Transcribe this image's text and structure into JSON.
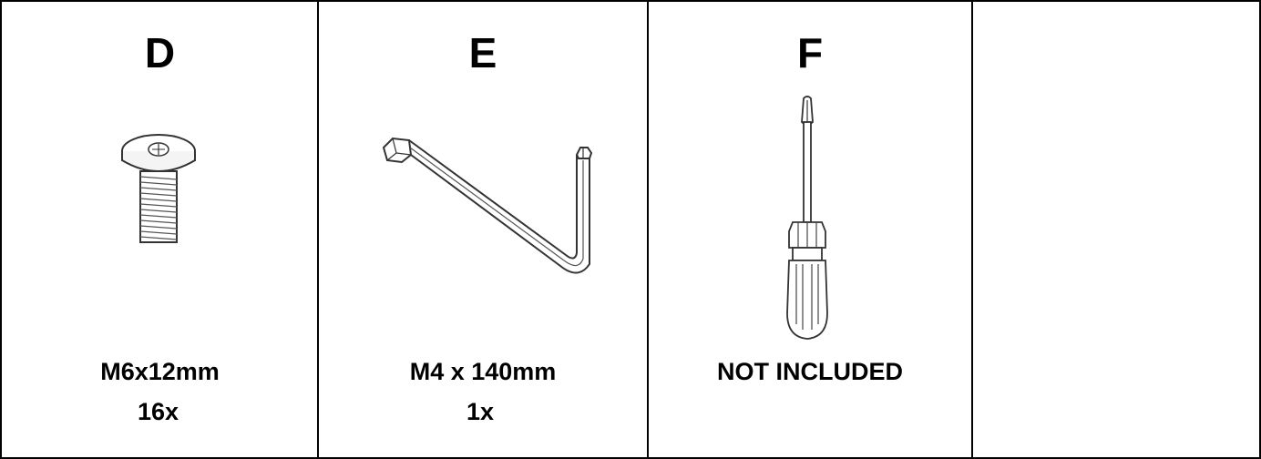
{
  "parts": [
    {
      "letter": "D",
      "spec": "M6x12mm",
      "quantity": "16x",
      "icon": "screw-icon"
    },
    {
      "letter": "E",
      "spec": "M4 x 140mm",
      "quantity": "1x",
      "icon": "allen-key-icon"
    },
    {
      "letter": "F",
      "spec": "NOT INCLUDED",
      "quantity": "",
      "icon": "screwdriver-icon"
    }
  ]
}
